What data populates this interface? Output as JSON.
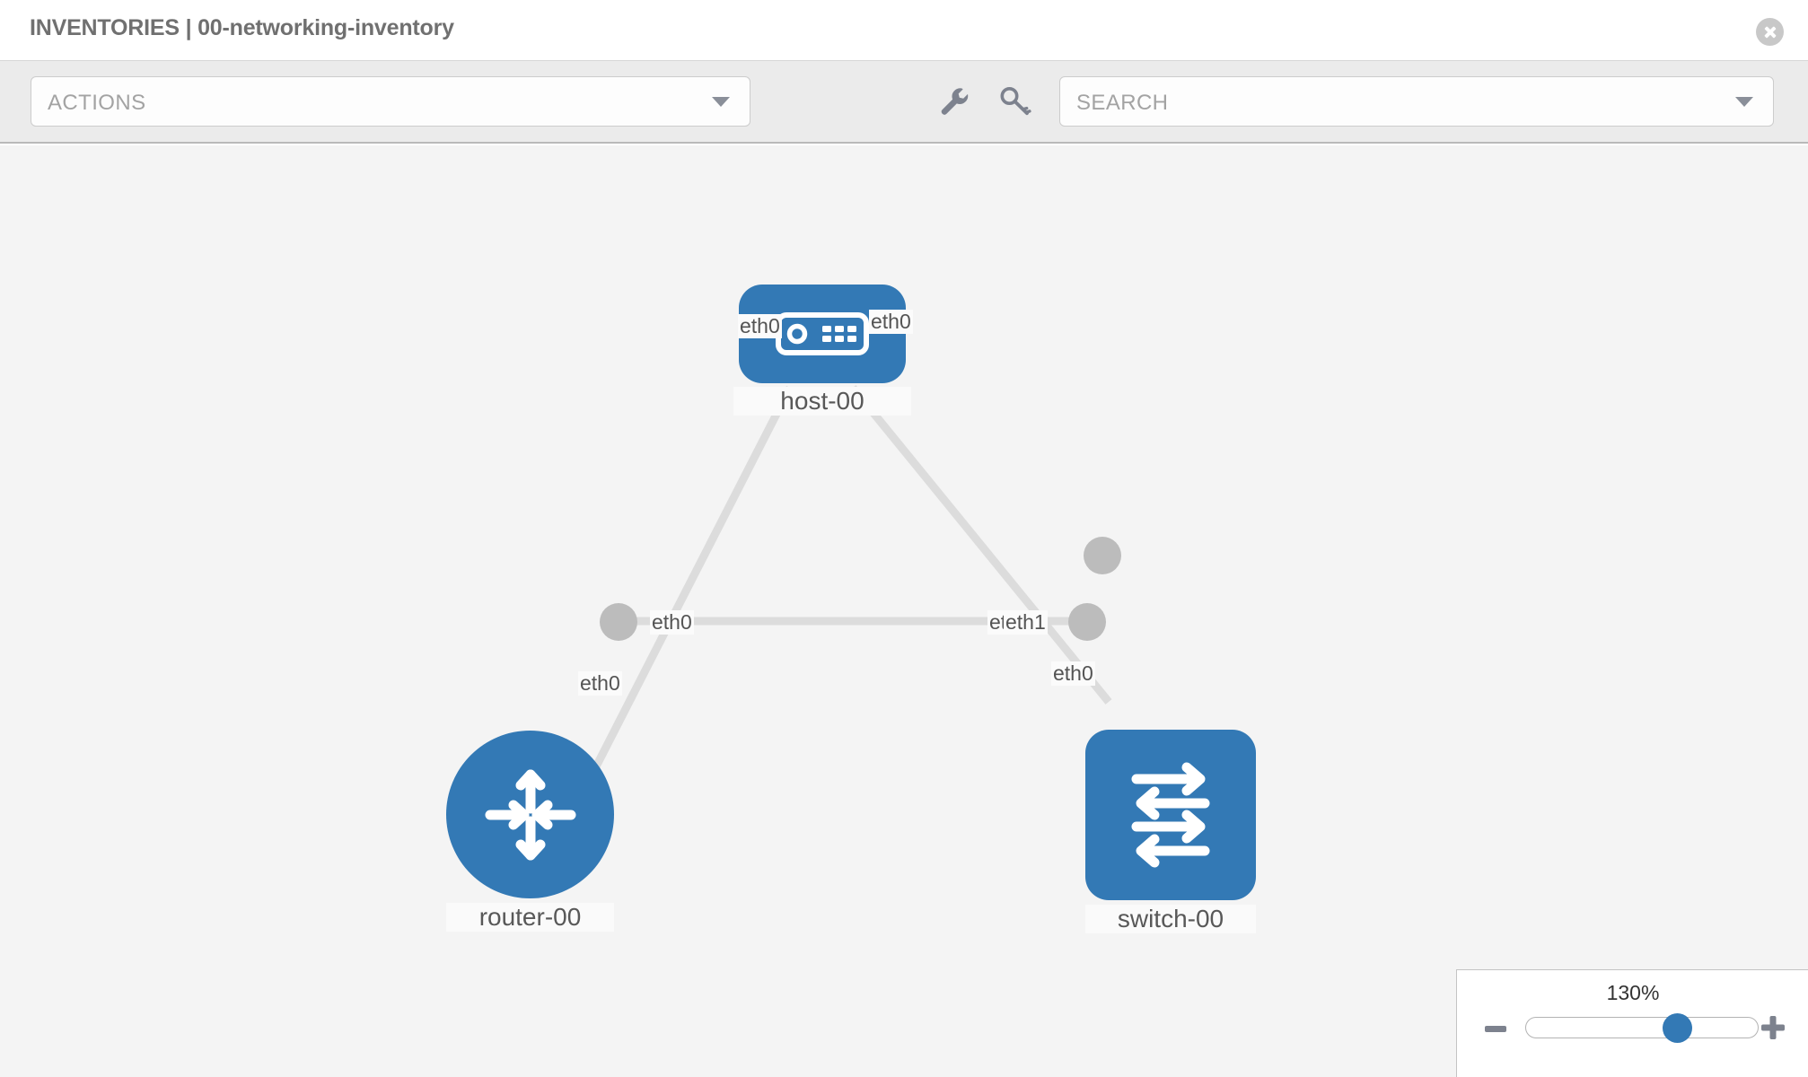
{
  "header": {
    "title": "INVENTORIES | 00-networking-inventory",
    "close_icon": "close-circle-icon"
  },
  "toolbar": {
    "actions_label": "ACTIONS",
    "actions_caret_icon": "chevron-down-icon",
    "wrench_icon": "wrench-icon",
    "key_icon": "key-icon",
    "search_placeholder": "SEARCH",
    "search_caret_icon": "chevron-down-icon"
  },
  "topology": {
    "accent_color": "#3379b5",
    "edge_color": "#dcdcdc",
    "endpoint_color": "#bcbcbc",
    "canvas_color": "#f4f4f4",
    "nodes": [
      {
        "id": "host-00",
        "label": "host-00",
        "type": "host",
        "icon": "server-icon"
      },
      {
        "id": "router-00",
        "label": "router-00",
        "type": "router",
        "icon": "router-arrows-icon"
      },
      {
        "id": "switch-00",
        "label": "switch-00",
        "type": "switch",
        "icon": "switch-arrows-icon"
      }
    ],
    "edges": [
      {
        "from": "host-00",
        "to": "router-00",
        "from_label": "eth0",
        "to_label": "eth0"
      },
      {
        "from": "host-00",
        "to": "switch-00",
        "from_label": "eth0",
        "to_label": "eth0"
      },
      {
        "from": "router-00",
        "to": "switch-00",
        "from_label": "eth0",
        "to_label_a": "eth",
        "to_label_b": "eth1"
      }
    ]
  },
  "zoom_control": {
    "value": "130%",
    "minus_icon": "minus-icon",
    "plus_icon": "plus-icon",
    "handle_percent": 65
  }
}
